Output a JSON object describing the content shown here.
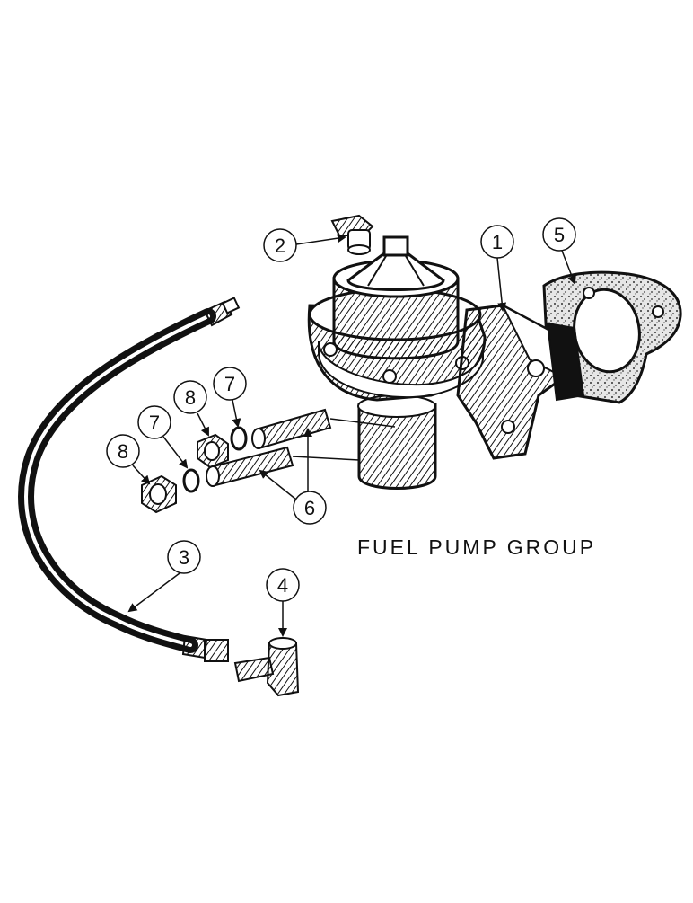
{
  "diagram": {
    "title": "FUEL PUMP GROUP",
    "callouts": [
      {
        "id": "c1",
        "number": "1"
      },
      {
        "id": "c2",
        "number": "2"
      },
      {
        "id": "c3",
        "number": "3"
      },
      {
        "id": "c4",
        "number": "4"
      },
      {
        "id": "c5",
        "number": "5"
      },
      {
        "id": "c6",
        "number": "6"
      },
      {
        "id": "c7a",
        "number": "7"
      },
      {
        "id": "c7b",
        "number": "7"
      },
      {
        "id": "c8a",
        "number": "8"
      },
      {
        "id": "c8b",
        "number": "8"
      }
    ],
    "colors": {
      "ink": "#111111",
      "paper": "#ffffff",
      "gasket_fill": "#cfcfcf"
    }
  }
}
